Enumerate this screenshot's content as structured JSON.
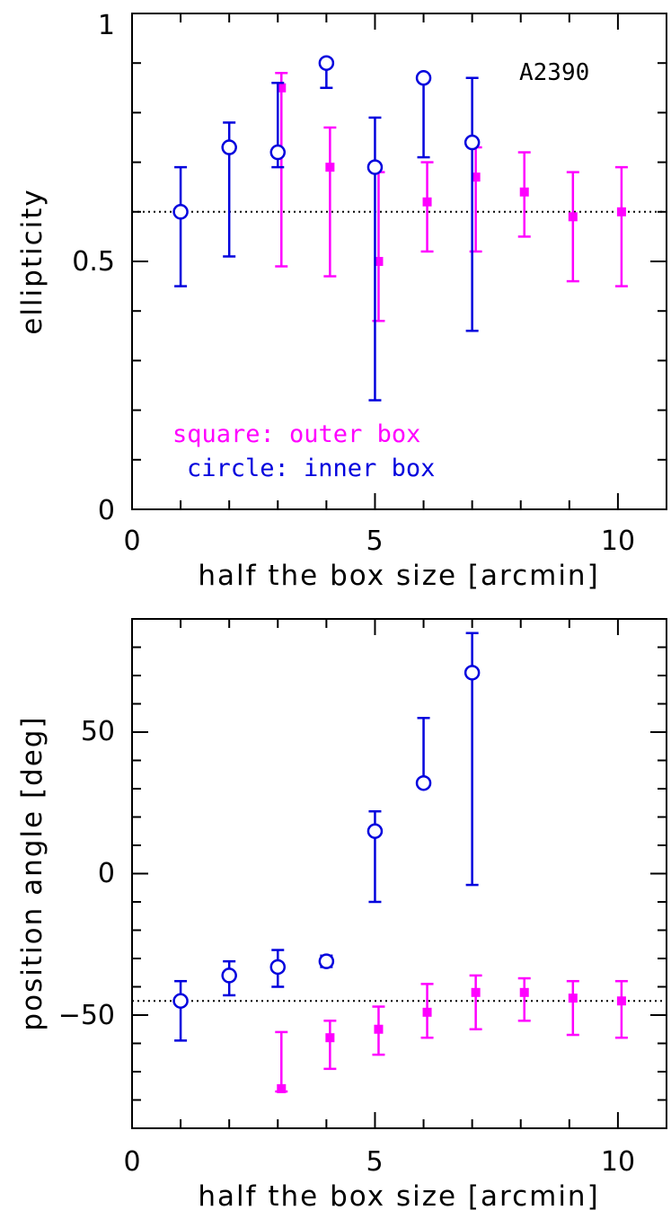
{
  "colors": {
    "outer": "#ff00ff",
    "inner": "#0000dd",
    "axis": "#000000",
    "reference_line": "#000000"
  },
  "chart_data": [
    {
      "type": "scatter",
      "annotation": "A2390",
      "legend": [
        "square: outer box",
        "circle: inner box"
      ],
      "xlabel": "half the box size [arcmin]",
      "ylabel": "ellipticity",
      "xlim": [
        0,
        11
      ],
      "ylim": [
        0,
        1
      ],
      "x_ticks": [
        0,
        5,
        10
      ],
      "y_ticks": [
        0,
        0.5,
        1
      ],
      "y_tick_labels": [
        "0",
        "0.5",
        "1"
      ],
      "reference_line": 0.6,
      "series": [
        {
          "name": "square: outer box",
          "marker": "square",
          "points": [
            {
              "x": 3,
              "y": 0.85,
              "lo": 0.49,
              "hi": 0.88
            },
            {
              "x": 4,
              "y": 0.69,
              "lo": 0.47,
              "hi": 0.77
            },
            {
              "x": 5,
              "y": 0.5,
              "lo": 0.38,
              "hi": 0.68
            },
            {
              "x": 6,
              "y": 0.62,
              "lo": 0.52,
              "hi": 0.7
            },
            {
              "x": 7,
              "y": 0.67,
              "lo": 0.52,
              "hi": 0.73
            },
            {
              "x": 8,
              "y": 0.64,
              "lo": 0.55,
              "hi": 0.72
            },
            {
              "x": 9,
              "y": 0.59,
              "lo": 0.46,
              "hi": 0.68
            },
            {
              "x": 10,
              "y": 0.6,
              "lo": 0.45,
              "hi": 0.69
            }
          ]
        },
        {
          "name": "circle: inner box",
          "marker": "circle",
          "points": [
            {
              "x": 1,
              "y": 0.6,
              "lo": 0.45,
              "hi": 0.69
            },
            {
              "x": 2,
              "y": 0.73,
              "lo": 0.51,
              "hi": 0.78
            },
            {
              "x": 3,
              "y": 0.72,
              "lo": 0.69,
              "hi": 0.86
            },
            {
              "x": 4,
              "y": 0.9,
              "lo": 0.85,
              "hi": 0.9
            },
            {
              "x": 5,
              "y": 0.69,
              "lo": 0.22,
              "hi": 0.79
            },
            {
              "x": 6,
              "y": 0.87,
              "lo": 0.71,
              "hi": 0.87
            },
            {
              "x": 7,
              "y": 0.74,
              "lo": 0.36,
              "hi": 0.87
            }
          ]
        }
      ]
    },
    {
      "type": "scatter",
      "xlabel": "half the box size [arcmin]",
      "ylabel": "position angle [deg]",
      "xlim": [
        0,
        11
      ],
      "ylim": [
        -90,
        90
      ],
      "x_ticks": [
        0,
        5,
        10
      ],
      "y_ticks": [
        -50,
        0,
        50
      ],
      "y_tick_labels": [
        "−50",
        "0",
        "50"
      ],
      "reference_line": -45,
      "series": [
        {
          "name": "square: outer box",
          "marker": "square",
          "points": [
            {
              "x": 3,
              "y": -76,
              "lo": -77,
              "hi": -56
            },
            {
              "x": 4,
              "y": -58,
              "lo": -69,
              "hi": -52
            },
            {
              "x": 5,
              "y": -55,
              "lo": -64,
              "hi": -47
            },
            {
              "x": 6,
              "y": -49,
              "lo": -58,
              "hi": -39
            },
            {
              "x": 7,
              "y": -42,
              "lo": -55,
              "hi": -36
            },
            {
              "x": 8,
              "y": -42,
              "lo": -52,
              "hi": -37
            },
            {
              "x": 9,
              "y": -44,
              "lo": -57,
              "hi": -38
            },
            {
              "x": 10,
              "y": -45,
              "lo": -58,
              "hi": -38
            }
          ]
        },
        {
          "name": "circle: inner box",
          "marker": "circle",
          "points": [
            {
              "x": 1,
              "y": -45,
              "lo": -59,
              "hi": -38
            },
            {
              "x": 2,
              "y": -36,
              "lo": -43,
              "hi": -31
            },
            {
              "x": 3,
              "y": -33,
              "lo": -40,
              "hi": -27
            },
            {
              "x": 4,
              "y": -31,
              "lo": -33,
              "hi": -29
            },
            {
              "x": 5,
              "y": 15,
              "lo": -10,
              "hi": 22
            },
            {
              "x": 6,
              "y": 32,
              "lo": 31,
              "hi": 55
            },
            {
              "x": 7,
              "y": 71,
              "lo": -4,
              "hi": 85
            }
          ]
        }
      ]
    }
  ]
}
